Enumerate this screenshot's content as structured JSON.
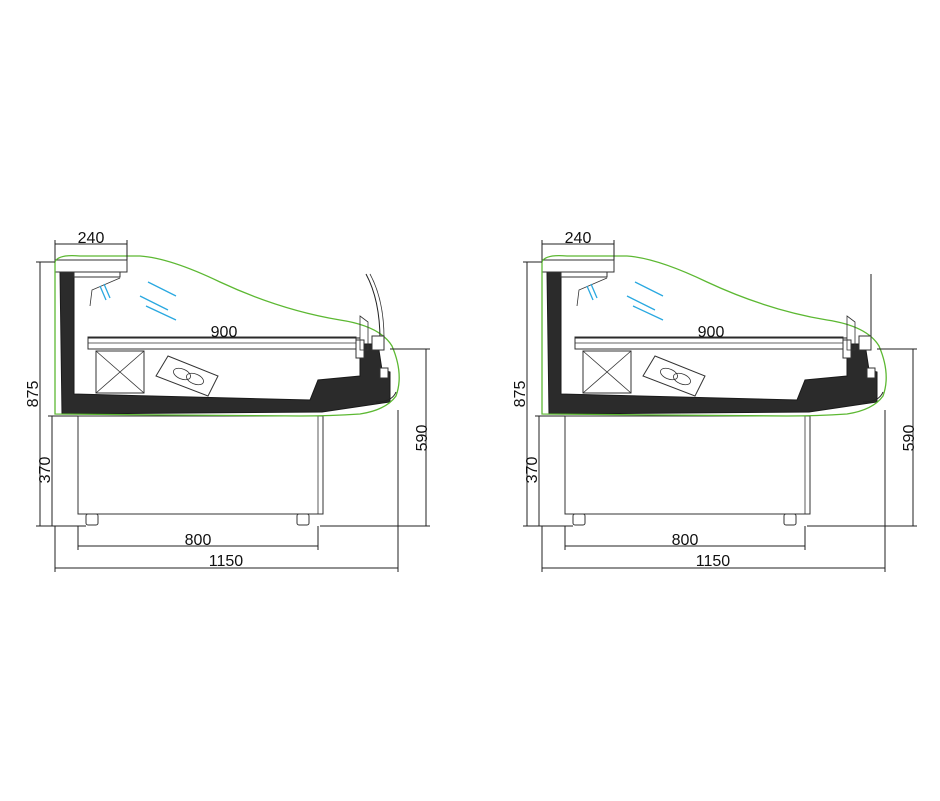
{
  "colors": {
    "outline": "#222222",
    "body": "#2b2b2b",
    "air_curtain": "#5cb832",
    "glass_marks": "#29a8e0"
  },
  "views": [
    {
      "name": "left-view",
      "dimensions": {
        "shelf_depth": "240",
        "shelf_length": "900",
        "total_height": "875",
        "base_height": "370",
        "front_height": "590",
        "base_width": "800",
        "total_width": "1150"
      }
    },
    {
      "name": "right-view",
      "dimensions": {
        "shelf_depth": "240",
        "shelf_length": "900",
        "total_height": "875",
        "base_height": "370",
        "front_height": "590",
        "base_width": "800",
        "total_width": "1150"
      }
    }
  ]
}
